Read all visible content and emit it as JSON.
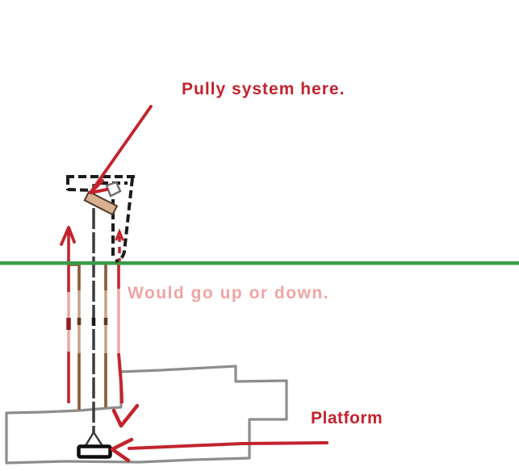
{
  "drawing": {
    "labels": {
      "pulley_note": "Pully system here.",
      "motion_note": "Would go up or down.",
      "platform_label": "Platform"
    },
    "colors": {
      "annotation_red": "#c2242e",
      "faded_pink": "#eda7a4",
      "dark_red_knot": "#8f1f23",
      "ground_green": "#3a9b47",
      "outline_gray": "#8d8d8d",
      "rope_brown_dark": "#8a5a3a",
      "rope_brown_light": "#c9a184",
      "rope_brown_knot": "#5c3a22",
      "pulley_block_tan": "#d8b190",
      "structure_black": "#1b1b1b"
    }
  }
}
